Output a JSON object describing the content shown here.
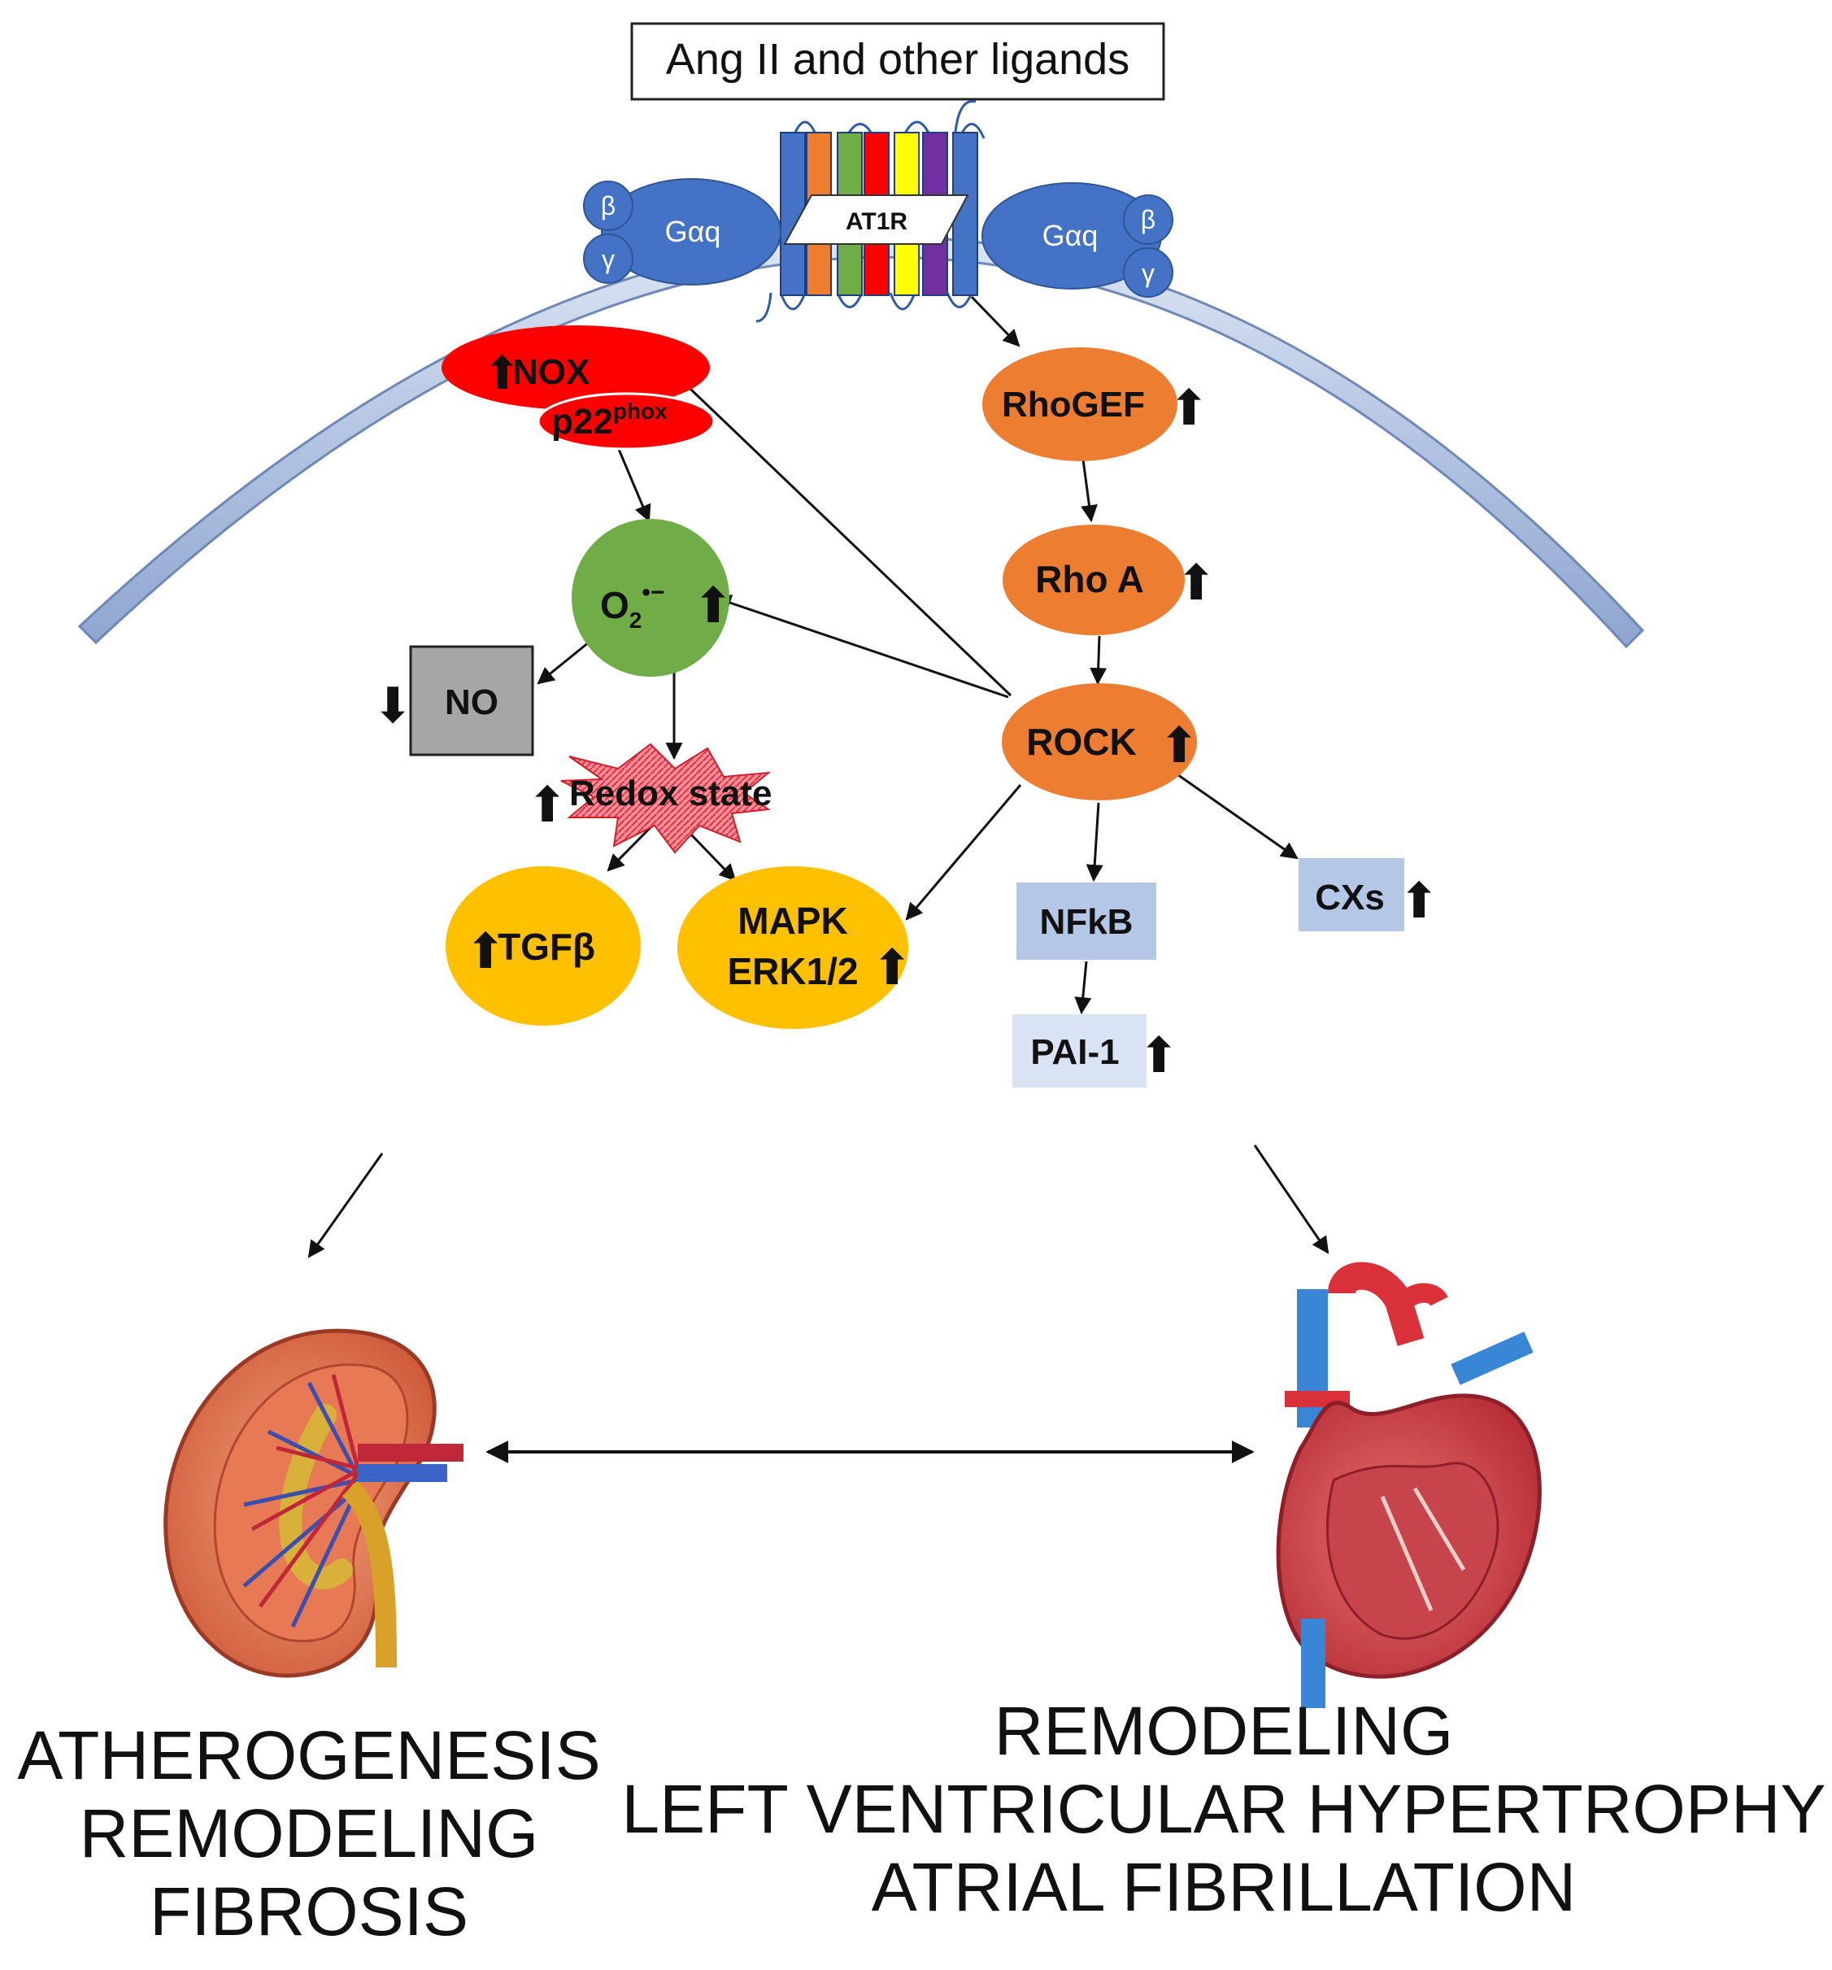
{
  "ligand_label": "Ang II and other ligands",
  "receptor_label": "AT1R",
  "g_protein": {
    "alpha": "Gαq",
    "beta": "β",
    "gamma": "γ"
  },
  "nodes": {
    "nox": "NOX",
    "p22": "p22",
    "p22_sup": "phox",
    "superoxide": "O",
    "superoxide_sub": "2",
    "superoxide_sup": "•−",
    "no": "NO",
    "redox": "Redox state",
    "tgfb": "TGFβ",
    "mapk_line1": "MAPK",
    "mapk_line2": "ERK1/2",
    "rhogef": "RhoGEF",
    "rhoa": "Rho A",
    "rock": "ROCK",
    "nfkb": "NFkB",
    "pai1": "PAI-1",
    "cxs": "CXs"
  },
  "arrows": {
    "up": "⬆",
    "down": "⬇"
  },
  "outcomes": {
    "kidney": [
      "ATHEROGENESIS",
      "REMODELING",
      "FIBROSIS"
    ],
    "heart": [
      "REMODELING",
      "LEFT VENTRICULAR HYPERTROPHY",
      "ATRIAL FIBRILLATION"
    ]
  },
  "colors": {
    "membrane": "#b8c9e6",
    "g_protein": "#4472c4",
    "nox": "#ff0000",
    "superoxide": "#70ad47",
    "no_box": "#a6a6a6",
    "redox_burst": "#ff6b7a",
    "yellow_nodes": "#ffc000",
    "orange_nodes": "#ed7d31",
    "light_boxes": "#b4c7e7",
    "tm_helices": [
      "#4472c4",
      "#ed7d31",
      "#70ad47",
      "#ff0000",
      "#ffff00",
      "#7030a0",
      "#4472c4"
    ]
  }
}
